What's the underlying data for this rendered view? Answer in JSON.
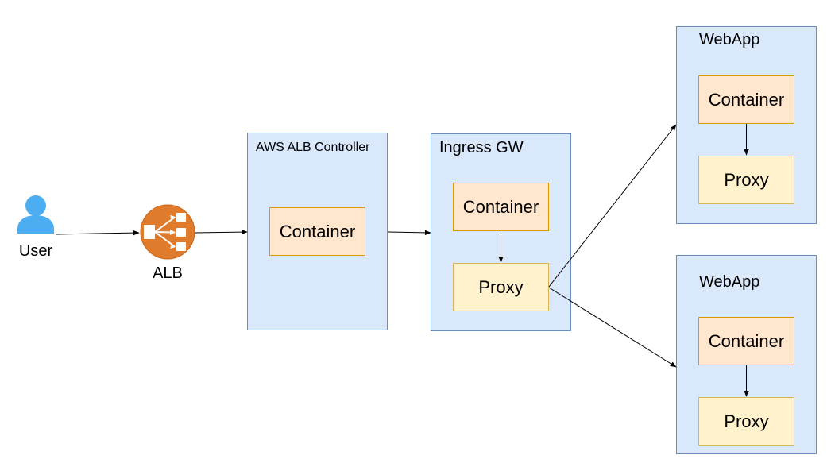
{
  "labels": {
    "user": "User",
    "alb": "ALB",
    "controller": "AWS ALB Controller",
    "ingress": "Ingress GW",
    "webapp_top": "WebApp",
    "webapp_bottom": "WebApp",
    "container": "Container",
    "proxy": "Proxy"
  },
  "icons": {
    "user": "user-icon",
    "alb": "load-balancer-icon"
  },
  "colors": {
    "group_fill": "#dae8fc",
    "group_stroke": "#6c8ebf",
    "container_fill": "#ffe6cc",
    "container_stroke": "#d79b00",
    "proxy_fill": "#fff2cc",
    "proxy_stroke": "#d6b656",
    "user_icon": "#4cadf0",
    "alb_icon": "#e07b2c"
  }
}
